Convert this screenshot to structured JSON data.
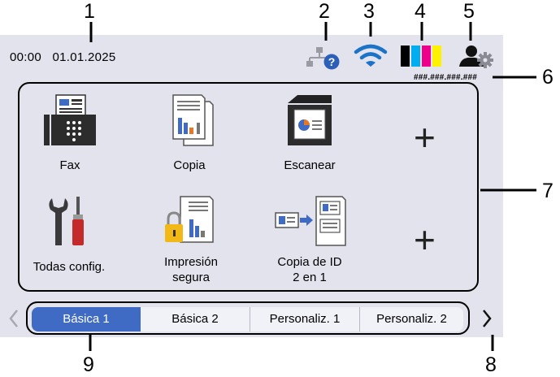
{
  "callouts": [
    "1",
    "2",
    "3",
    "4",
    "5",
    "6",
    "7",
    "8",
    "9"
  ],
  "status": {
    "time": "00:00",
    "date": "01.01.2025",
    "ip_address": "###.###.###.###"
  },
  "icons": {
    "network_status": "network-question-icon",
    "wifi": "wifi-icon",
    "ink": "ink-cartridges-icon",
    "user": "user-settings-icon"
  },
  "ink_colors": [
    "#000000",
    "#00aeef",
    "#ec008c",
    "#fff200"
  ],
  "tiles": [
    {
      "label": "Fax",
      "icon": "fax-icon"
    },
    {
      "label": "Copia",
      "icon": "copy-icon"
    },
    {
      "label": "Escanear",
      "icon": "scan-icon"
    },
    {
      "label": "+",
      "icon": "add-shortcut-icon"
    },
    {
      "label": "Todas config.",
      "icon": "settings-tools-icon"
    },
    {
      "label": "Impresión\nsegura",
      "icon": "secure-print-icon"
    },
    {
      "label": "Copia de ID\n2 en 1",
      "icon": "id-copy-icon"
    },
    {
      "label": "+",
      "icon": "add-shortcut-icon"
    }
  ],
  "tabs": [
    "Básica 1",
    "Básica 2",
    "Personaliz. 1",
    "Personaliz. 2"
  ],
  "active_tab": "Básica 1",
  "colors": {
    "accent": "#3f6bc4",
    "screen_bg": "#e3e3ee",
    "wifi": "#1a73c8",
    "scan_red": "#c52a2a",
    "lock_yellow": "#f2b816"
  }
}
